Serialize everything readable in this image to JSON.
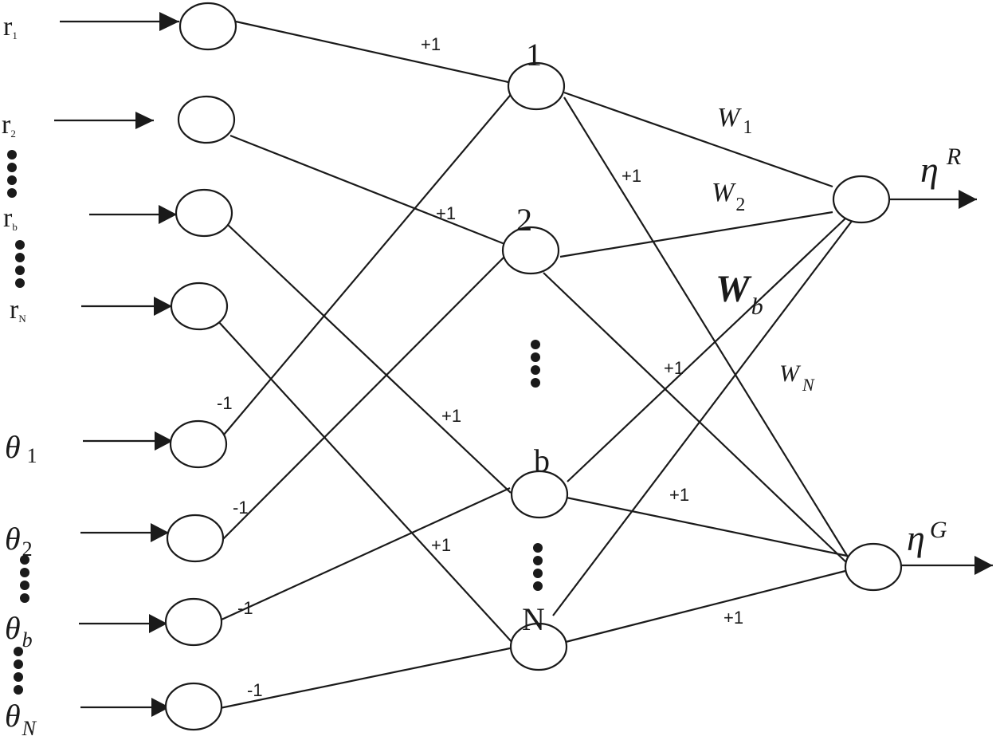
{
  "colors": {
    "stroke": "#1a1a1a",
    "background": "#ffffff"
  },
  "inputs_r": {
    "r1": {
      "main": "r",
      "sub": "1"
    },
    "r2": {
      "main": "r",
      "sub": "2"
    },
    "rb": {
      "main": "r",
      "sub": "b"
    },
    "rN": {
      "main": "r",
      "sub": "N"
    }
  },
  "inputs_theta": {
    "t1": {
      "main": "θ",
      "sub": "1"
    },
    "t2": {
      "main": "θ",
      "sub": "2"
    },
    "tb": {
      "main": "θ",
      "sub": "b"
    },
    "tN": {
      "main": "θ",
      "sub": "N"
    }
  },
  "hidden_labels": {
    "h1": "1",
    "h2": "2",
    "hb": "b",
    "hN": "N"
  },
  "weights": {
    "w1": {
      "main": "W",
      "sub": "1"
    },
    "w2": {
      "main": "W",
      "sub": "2"
    },
    "wb": {
      "main": "W",
      "sub": "b"
    },
    "wN": {
      "main": "W",
      "sub": "N"
    }
  },
  "outputs": {
    "r": {
      "main": "η",
      "sup": "R"
    },
    "g": {
      "main": "η",
      "sup": "G"
    }
  },
  "edge_labels": {
    "r1_h1": "+1",
    "r2_h2": "+1",
    "rb_hb": "+1",
    "rN_hN": "+1",
    "t1_h1": "-1",
    "t2_h2": "-1",
    "tb_hb": "-1",
    "tN_hN": "-1",
    "h1_g": "+1",
    "h2_g": "+1",
    "hb_g": "+1",
    "hN_g": "+1"
  }
}
